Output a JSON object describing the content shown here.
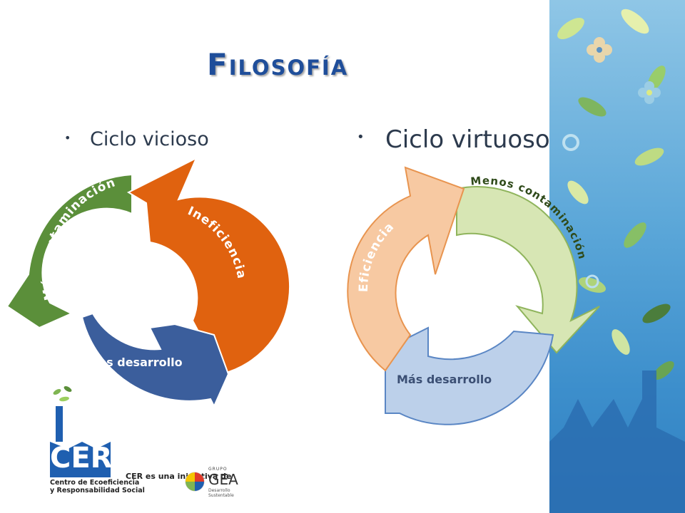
{
  "slide": {
    "title": "Filosofía"
  },
  "bullets": {
    "left": "Ciclo vicioso",
    "right": "Ciclo virtuoso"
  },
  "vicious_cycle": {
    "segments": [
      {
        "label": "Más contaminación",
        "color": "#5b8f3a"
      },
      {
        "label": "Ineficiencia",
        "color": "#e0620f"
      },
      {
        "label": "Menos desarrollo",
        "color": "#3b5e9c"
      }
    ]
  },
  "virtuous_cycle": {
    "segments": [
      {
        "label": "Eficiencia",
        "color": "#f7c9a2",
        "stroke": "#e8944f"
      },
      {
        "label": "Menos contaminación",
        "color": "#d7e6b4",
        "stroke": "#8fb45c"
      },
      {
        "label": "Más desarrollo",
        "color": "#bcd0ea",
        "stroke": "#5a86c4"
      }
    ]
  },
  "logos": {
    "cer_name": "CER",
    "cer_subtitle_1": "Centro de Ecoeficiencia",
    "cer_subtitle_2": "y Responsabilidad Social",
    "initiative_text": "CER es una iniciativa de",
    "gea_top": "GRUPO",
    "gea_name": "GEA",
    "gea_sub": "Desarrollo Sustentable"
  },
  "colors": {
    "title": "#1f4e9a",
    "right_panel": "#4f9ad4"
  }
}
